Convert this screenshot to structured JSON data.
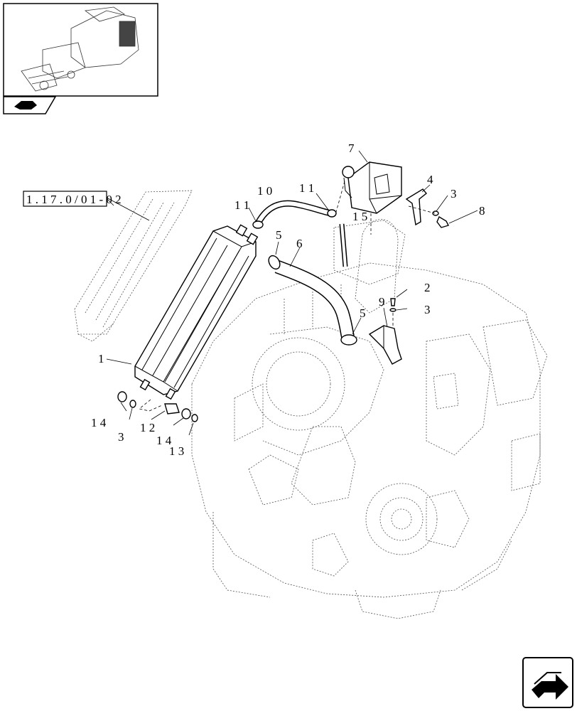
{
  "reference_box": {
    "text": "1 . 1 7 . 0 / 0 1 - 0 2"
  },
  "callouts": {
    "c1": "1",
    "c2": "2",
    "c3a": "3",
    "c3b": "3",
    "c3c": "3",
    "c4": "4",
    "c5a": "5",
    "c5b": "5",
    "c6": "6",
    "c7": "7",
    "c8": "8",
    "c9": "9",
    "c10": "1 0",
    "c11a": "1 1",
    "c11b": "1 1",
    "c12": "1 2",
    "c13": "1 3",
    "c14a": "1 4",
    "c14b": "1 4",
    "c15": "1 5"
  },
  "icons": {
    "thumbnail": "tractor-overview-thumbnail",
    "tab": "section-tab-icon",
    "next": "next-page-arrow-icon"
  }
}
